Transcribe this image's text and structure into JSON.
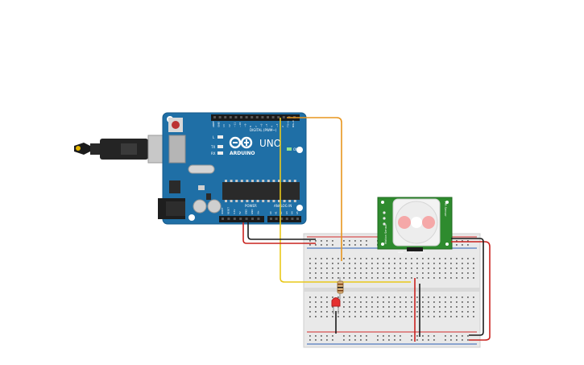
{
  "arduino": {
    "model": "UNO",
    "brand": "ARDUINO",
    "label_digital": "DIGITAL (PWM~)",
    "label_power": "POWER",
    "label_analog": "ANALOG IN",
    "label_on": "ON",
    "label_tx": "TX",
    "label_rx": "RX",
    "label_l": "L",
    "header_digital_top": [
      "AREF",
      "GND",
      "13",
      "12",
      "~11",
      "~10",
      "~9",
      "8",
      "7",
      "~6",
      "~5",
      "4",
      "~3",
      "2",
      "TX→1",
      "RX←0"
    ],
    "header_power": [
      "IOREF",
      "RESET",
      "3.3V",
      "5V",
      "GND",
      "GND",
      "Vin"
    ],
    "header_analog": [
      "A0",
      "A1",
      "A2",
      "A3",
      "A4",
      "A5"
    ]
  },
  "pir": {
    "pin_labels": [
      "GND",
      "OUT",
      "VCC"
    ],
    "side_label_left": "Motion Sensor",
    "side_label_right": "PIR Sensor"
  },
  "colors": {
    "arduino_board": "#1f6fa6",
    "arduino_board_dark": "#165a8a",
    "breadboard": "#e9e9e9",
    "rail_red": "#d22b2b",
    "rail_blue": "#2b5fb3",
    "wire_orange": "#e8961e",
    "wire_yellow": "#e9c81a",
    "wire_red": "#c9231f",
    "wire_black": "#1b1b1b",
    "pir_board": "#2e8b2e",
    "led_red": "#e53030",
    "usb_metal": "#c8c8c8"
  },
  "icons": [
    "infinity-logo-icon",
    "usb-plug-icon",
    "reset-button-icon",
    "dc-jack-icon"
  ]
}
